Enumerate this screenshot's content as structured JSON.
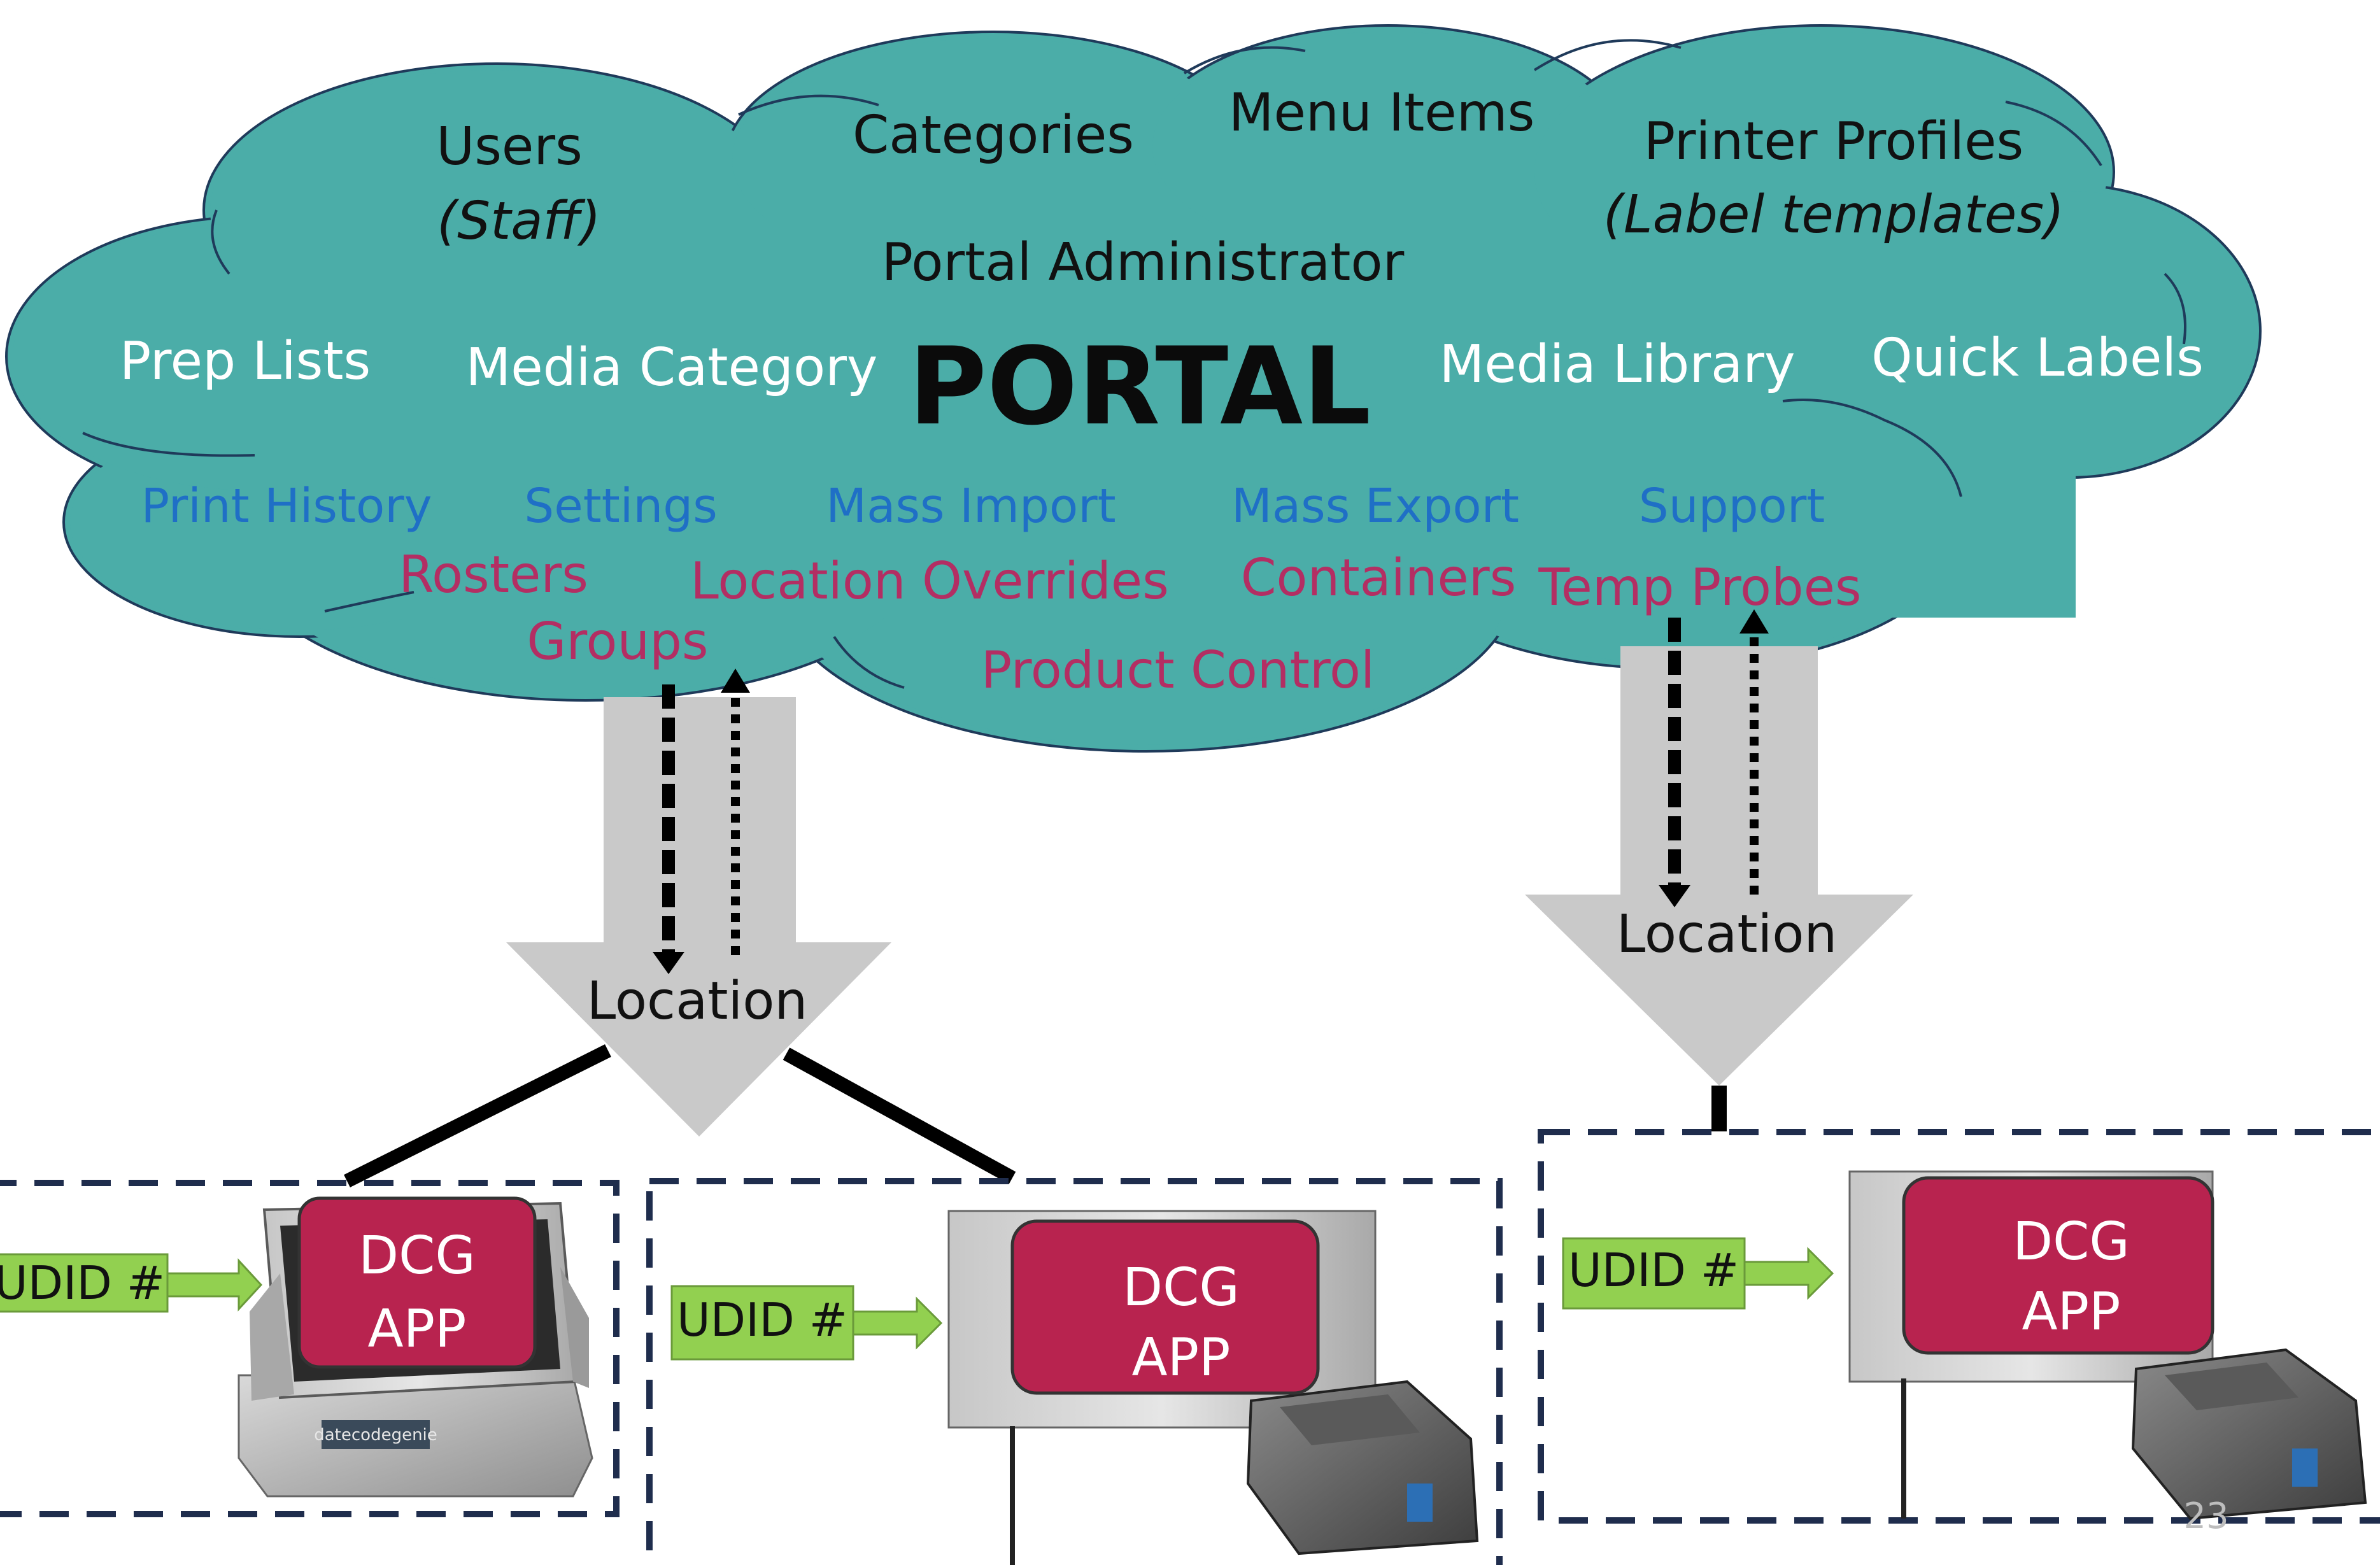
{
  "portal": {
    "title": "PORTAL",
    "administrator": "Portal Administrator",
    "users": "Users",
    "users_sub": "(Staff)",
    "categories": "Categories",
    "menu_items": "Menu Items",
    "printer_profiles": "Printer Profiles",
    "printer_profiles_sub": "(Label templates)",
    "prep_lists": "Prep Lists",
    "media_category": "Media Category",
    "media_library": "Media Library",
    "quick_labels": "Quick Labels",
    "blue_items": [
      "Print History",
      "Settings",
      "Mass Import",
      "Mass Export",
      "Support"
    ],
    "red_items": [
      "Rosters",
      "Groups",
      "Location Overrides",
      "Containers",
      "Temp Probes",
      "Product Control"
    ]
  },
  "locations": [
    {
      "label": "Location"
    },
    {
      "label": "Location"
    }
  ],
  "devices": [
    {
      "udid": "UDID #",
      "app_line1": "DCG",
      "app_line2": "APP",
      "brand": "datecodegenie"
    },
    {
      "udid": "UDID #",
      "app_line1": "DCG",
      "app_line2": "APP"
    },
    {
      "udid": "UDID #",
      "app_line1": "DCG",
      "app_line2": "APP"
    }
  ],
  "page_number": "23",
  "colors": {
    "cloud_fill": "#4BADA8",
    "cloud_stroke": "#1F3A5A",
    "white_text": "#FFFFFF",
    "blue_text": "#1F6FC6",
    "red_text": "#B32E63",
    "app_fill": "#B8234F",
    "udid_fill": "#92D050",
    "arrow_grey": "#C9C9C9",
    "dash_border": "#1F2D4D"
  }
}
